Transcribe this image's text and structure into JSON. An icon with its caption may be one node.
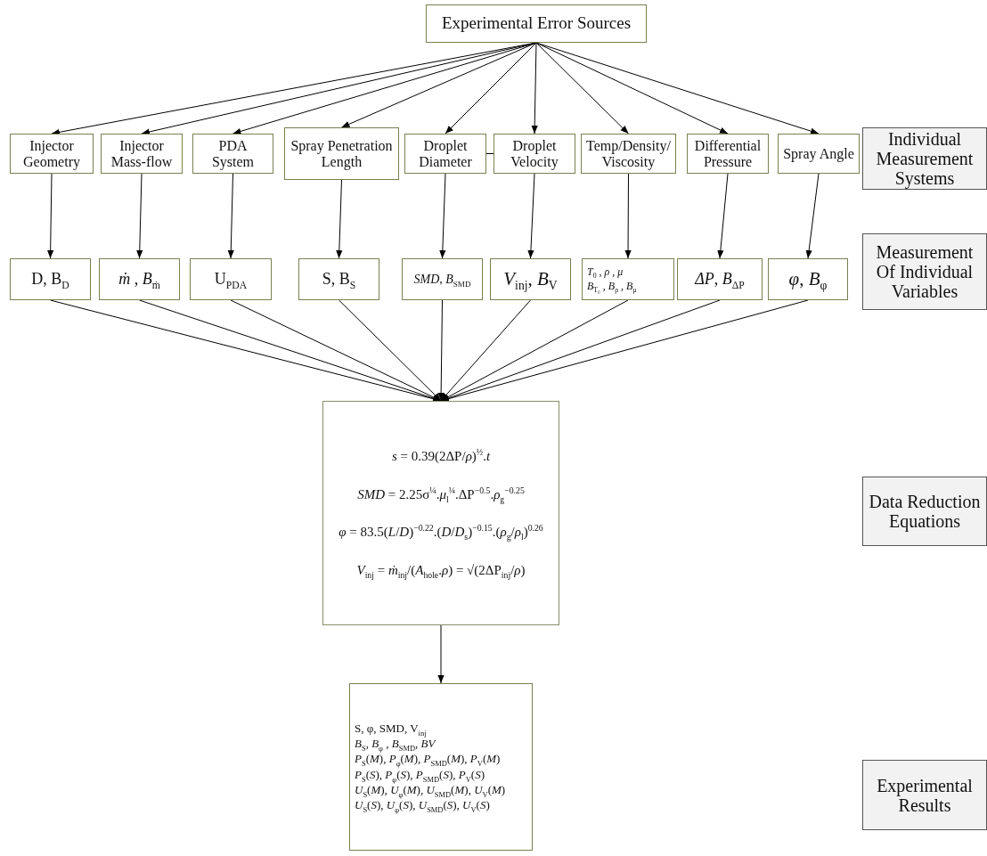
{
  "diagram": {
    "nodes": [
      {
        "text": [
          "Experimental Error Sources"
        ]
      },
      {
        "text": [
          "Injector Geometry"
        ]
      },
      {
        "text": [
          "Injector Mass-flow"
        ]
      },
      {
        "text": [
          "PDA System"
        ]
      },
      {
        "text": [
          "Spray Penetration Length"
        ]
      },
      {
        "text": [
          "Droplet Diameter"
        ]
      },
      {
        "text": [
          "Droplet Velocity"
        ]
      },
      {
        "text": [
          "Temp/Density/ Viscosity"
        ]
      },
      {
        "text": [
          "Differential Pressure"
        ]
      },
      {
        "text": [
          "Spray Angle"
        ]
      },
      {
        "text": [
          "D, B$_{D}$"
        ]
      },
      {
        "text": [
          "*ṁ* , *B*$_{ṁ}$"
        ]
      },
      {
        "text": [
          "U$_{PDA}$"
        ]
      },
      {
        "text": [
          "S, B$_{S}$"
        ]
      },
      {
        "text": [
          "*SMD*, *B*$_{SMD}$"
        ]
      },
      {
        "text": [
          "*V*$_{inj}$, *B*$_{V}$"
        ]
      },
      {
        "text": [
          "*T*$_{0}$ , *ρ* , *μ*",
          "*B*$_{T₀}$ , *B*$_{ρ}$ , *B*$_{μ}$"
        ]
      },
      {
        "text": [
          "*ΔP*, *B*$_{ΔP}$"
        ]
      },
      {
        "text": [
          "*φ*, *B*$_{φ}$"
        ]
      },
      {
        "text": [
          "*s* = 0.39(2ΔP/*ρ*)$^{½}$.*t*",
          "*SMD* = 2.25σ$^{¼}$.*μ*$_{l}$$^{¼}$.ΔP$^{−0.5}$.*ρ*$_{g}$$^{−0.25}$",
          "*φ* = 83.5(*L*/*D*)$^{−0.22}$.(*D*/*D*$_{s}$)$^{−0.15}$.(*ρ*$_{g}$/*ρ*$_{l}$)$^{0.26}$",
          "*V*$_{inj}$ = *ṁ*$_{inj}$/(*A*$_{hole}$.*ρ*) = √(2ΔP$_{inj}$/*ρ*)"
        ]
      },
      {
        "text": [
          "S, φ, SMD, V$_{inj}$",
          "*B*$_{S}$, *B*$_{φ}$ , *B*$_{SMD}$, *BV*",
          "*P*$_{S}$(*M*), *P*$_{φ}$(*M*), *P*$_{SMD}$(*M*), *P*$_{V}$(*M*)",
          "*P*$_{S}$(*S*), *P*$_{φ}$(*S*), *P*$_{SMD}$(*S*), *P*$_{V}$(*S*)",
          "*U*$_{S}$(*M*), *U*$_{φ}$(*M*), *U*$_{SMD}$(*M*), *U*$_{V}$(*M*)",
          "*U*$_{S}$(*S*), *U*$_{φ}$(*S*), *U*$_{SMD}$(*S*), *U*$_{V}$(*S*)"
        ]
      },
      {
        "text": [
          "Individual Measurement Systems"
        ]
      },
      {
        "text": [
          "Measurement Of Individual Variables"
        ]
      },
      {
        "text": [
          "Data Reduction Equations"
        ]
      },
      {
        "text": [
          "Experimental Results"
        ]
      }
    ],
    "edges": [
      {
        "from": 0,
        "to": 1,
        "arrow": "to"
      },
      {
        "from": 0,
        "to": 2,
        "arrow": "to"
      },
      {
        "from": 0,
        "to": 3,
        "arrow": "to"
      },
      {
        "from": 0,
        "to": 4,
        "arrow": "to"
      },
      {
        "from": 0,
        "to": 5,
        "arrow": "to"
      },
      {
        "from": 0,
        "to": 6,
        "arrow": "to"
      },
      {
        "from": 0,
        "to": 7,
        "arrow": "to"
      },
      {
        "from": 0,
        "to": 8,
        "arrow": "to"
      },
      {
        "from": 0,
        "to": 9,
        "arrow": "to"
      },
      {
        "from": 5,
        "to": 6,
        "arrow": "none"
      },
      {
        "from": 1,
        "to": 10,
        "arrow": "to"
      },
      {
        "from": 2,
        "to": 11,
        "arrow": "to"
      },
      {
        "from": 3,
        "to": 12,
        "arrow": "to"
      },
      {
        "from": 4,
        "to": 13,
        "arrow": "to"
      },
      {
        "from": 5,
        "to": 14,
        "arrow": "to"
      },
      {
        "from": 6,
        "to": 15,
        "arrow": "to"
      },
      {
        "from": 7,
        "to": 16,
        "arrow": "to"
      },
      {
        "from": 8,
        "to": 17,
        "arrow": "to"
      },
      {
        "from": 9,
        "to": 18,
        "arrow": "to"
      },
      {
        "from": 10,
        "to": 19,
        "arrow": "to"
      },
      {
        "from": 11,
        "to": 19,
        "arrow": "to"
      },
      {
        "from": 12,
        "to": 19,
        "arrow": "to"
      },
      {
        "from": 13,
        "to": 19,
        "arrow": "to"
      },
      {
        "from": 14,
        "to": 19,
        "arrow": "to"
      },
      {
        "from": 15,
        "to": 19,
        "arrow": "to"
      },
      {
        "from": 16,
        "to": 19,
        "arrow": "to"
      },
      {
        "from": 17,
        "to": 19,
        "arrow": "to"
      },
      {
        "from": 18,
        "to": 19,
        "arrow": "to"
      },
      {
        "from": 19,
        "to": 20,
        "arrow": "to"
      }
    ]
  }
}
